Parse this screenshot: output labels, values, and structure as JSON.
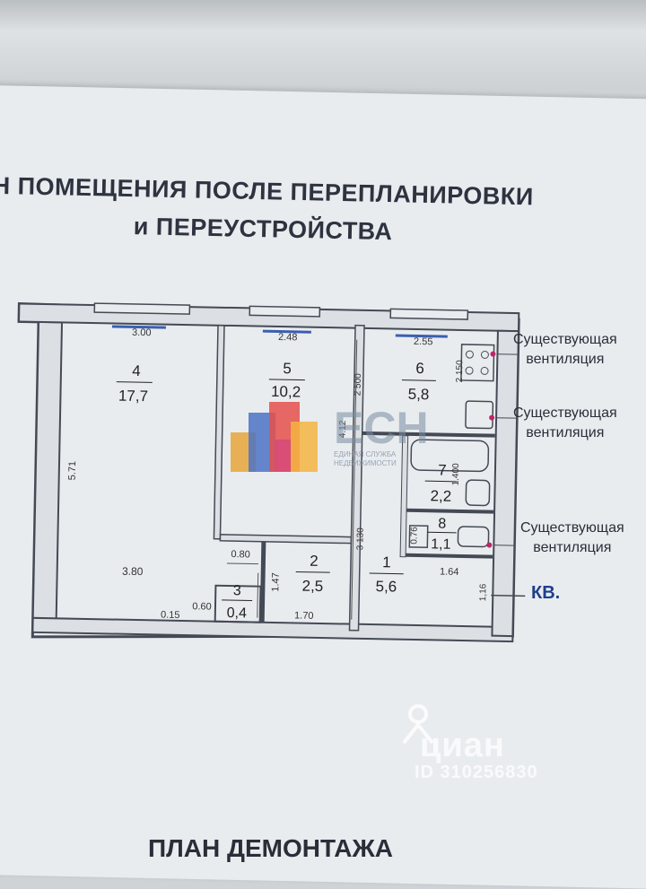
{
  "header": {
    "line1": "Н ПОМЕЩЕНИЯ ПОСЛЕ ПЕРЕПЛАНИРОВКИ",
    "line2": "и ПЕРЕУСТРОЙСТВА"
  },
  "rooms": [
    {
      "num": "4",
      "area": "17,7"
    },
    {
      "num": "5",
      "area": "10,2"
    },
    {
      "num": "6",
      "area": "5,8"
    },
    {
      "num": "7",
      "area": "2,2"
    },
    {
      "num": "8",
      "area": "1,1"
    },
    {
      "num": "2",
      "area": "2,5"
    },
    {
      "num": "1",
      "area": "5,6"
    },
    {
      "num": "3",
      "area": "0,4"
    }
  ],
  "dimensions": {
    "w4": "3.00",
    "w5": "2.48",
    "w6": "2.55",
    "h4": "5.71",
    "h4b": "3.80",
    "v2500": "2 500",
    "v412": "4.12",
    "v2150": "2 150",
    "v1400": "1.400",
    "v076": "0.76",
    "v3130": "3 130",
    "v080": "0.80",
    "v147": "1.47",
    "v170": "1.70",
    "v015": "0.15",
    "v060": "0.60",
    "v164": "1.64",
    "v116": "1,16"
  },
  "vent_labels": [
    {
      "line1": "Существующая",
      "line2": "вентиляция"
    },
    {
      "line1": "Существующая",
      "line2": "вентиляция"
    },
    {
      "line1": "Существующая",
      "line2": "вентиляция"
    }
  ],
  "kv_label": "КВ.",
  "footer_title": "ПЛАН ДЕМОНТАЖА",
  "logo": {
    "text": "ЕСН",
    "sub1": "ЕДИНАЯ СЛУЖБА",
    "sub2": "НЕДВИЖИМОСТИ"
  },
  "watermark": {
    "brand": "циан",
    "id": "ID 310256830"
  },
  "colors": {
    "wall": "#444a55",
    "paper": "#e9ecef",
    "window": "#3a5fb0",
    "vent": "#c0246a"
  }
}
